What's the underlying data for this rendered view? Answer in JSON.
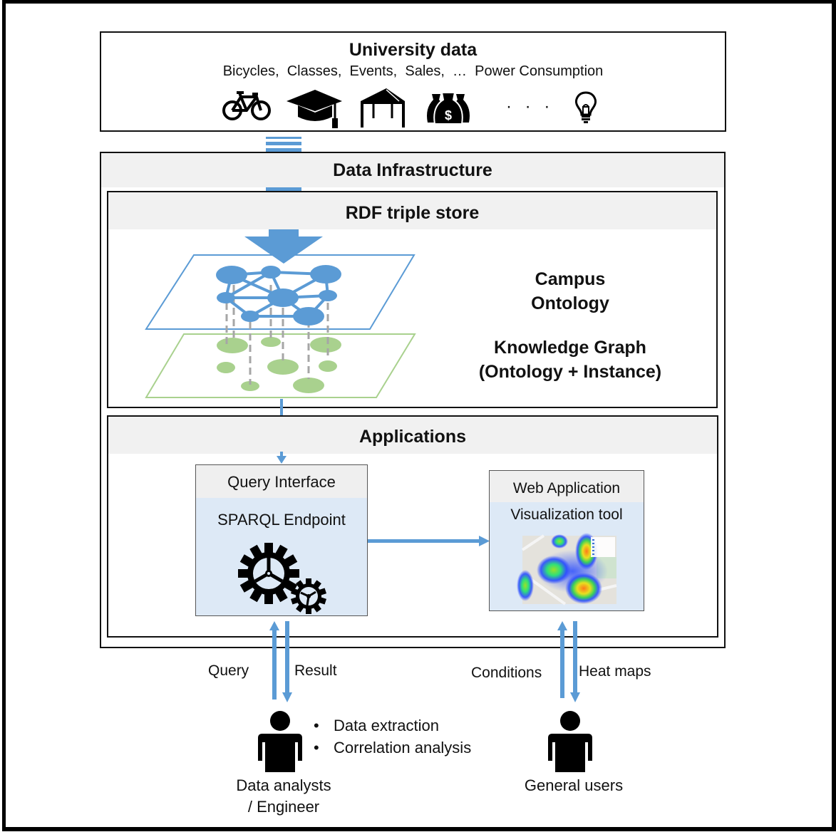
{
  "university_data": {
    "title": "University data",
    "subtitle": "Bicycles,  Classes,  Events,  Sales,  …  Power Consumption",
    "icons": [
      "bicycle-icon",
      "graduation-cap-icon",
      "event-tent-icon",
      "money-bags-icon",
      "ellipsis",
      "lightbulb-icon"
    ],
    "ellipsis": "· · ·"
  },
  "data_infrastructure": {
    "title": "Data Infrastructure",
    "rdf_store": {
      "title": "RDF triple store",
      "ontology_label_1": "Campus",
      "ontology_label_2": "Ontology",
      "kg_label_1": "Knowledge Graph",
      "kg_label_2": "(Ontology + Instance)"
    },
    "applications": {
      "title": "Applications",
      "query_interface": {
        "title": "Query Interface",
        "subtitle": "SPARQL Endpoint",
        "icon": "gears-icon"
      },
      "web_application": {
        "title": "Web Application",
        "subtitle": "Visualization tool",
        "image": "heatmap-screenshot"
      }
    }
  },
  "flows": {
    "query": "Query",
    "result": "Result",
    "conditions": "Conditions",
    "heat_maps": "Heat maps"
  },
  "users": {
    "analysts": {
      "label_1": "Data analysts",
      "label_2": "/ Engineer",
      "tasks": [
        "Data extraction",
        "Correlation analysis"
      ]
    },
    "general": {
      "label": "General users"
    }
  },
  "colors": {
    "arrow_blue": "#5b9bd5",
    "ontology_blue": "#5b9bd5",
    "instance_green": "#a9d18e",
    "header_gray": "#f1f1f1",
    "panel_light_blue": "#dde9f6"
  }
}
